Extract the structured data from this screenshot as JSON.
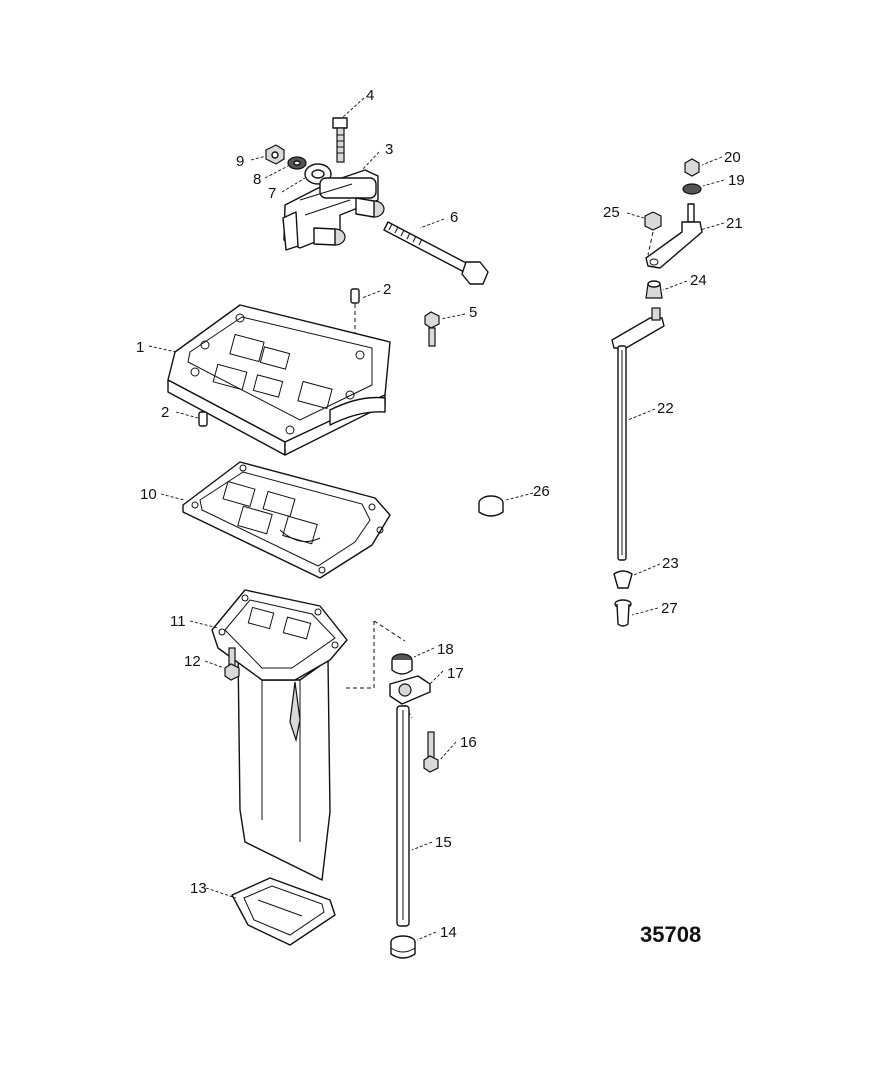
{
  "figure_number": "35708",
  "callouts": [
    {
      "id": "c1",
      "label": "1"
    },
    {
      "id": "c2a",
      "label": "2"
    },
    {
      "id": "c2b",
      "label": "2"
    },
    {
      "id": "c3",
      "label": "3"
    },
    {
      "id": "c4",
      "label": "4"
    },
    {
      "id": "c5",
      "label": "5"
    },
    {
      "id": "c6",
      "label": "6"
    },
    {
      "id": "c7",
      "label": "7"
    },
    {
      "id": "c8",
      "label": "8"
    },
    {
      "id": "c9",
      "label": "9"
    },
    {
      "id": "c10",
      "label": "10"
    },
    {
      "id": "c11",
      "label": "11"
    },
    {
      "id": "c12",
      "label": "12"
    },
    {
      "id": "c13",
      "label": "13"
    },
    {
      "id": "c14",
      "label": "14"
    },
    {
      "id": "c15",
      "label": "15"
    },
    {
      "id": "c16",
      "label": "16"
    },
    {
      "id": "c17",
      "label": "17"
    },
    {
      "id": "c18",
      "label": "18"
    },
    {
      "id": "c19",
      "label": "19"
    },
    {
      "id": "c20",
      "label": "20"
    },
    {
      "id": "c21",
      "label": "21"
    },
    {
      "id": "c22",
      "label": "22"
    },
    {
      "id": "c23",
      "label": "23"
    },
    {
      "id": "c24",
      "label": "24"
    },
    {
      "id": "c25",
      "label": "25"
    },
    {
      "id": "c26",
      "label": "26"
    },
    {
      "id": "c27",
      "label": "27"
    }
  ]
}
